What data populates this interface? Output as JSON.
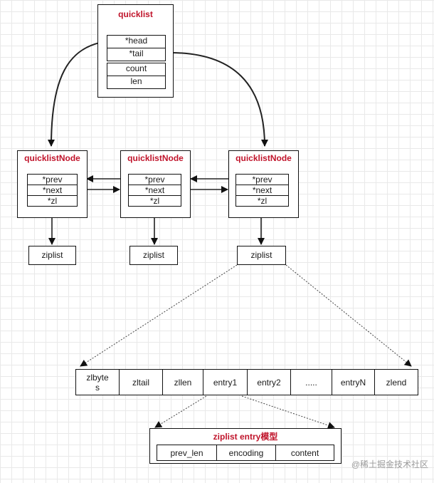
{
  "quicklist": {
    "title": "quicklist",
    "fields": [
      "*head",
      "*tail",
      "count",
      "len"
    ]
  },
  "nodes": [
    {
      "title": "quicklistNode",
      "fields": [
        "*prev",
        "*next",
        "*zl"
      ],
      "ziplist": "ziplist"
    },
    {
      "title": "quicklistNode",
      "fields": [
        "*prev",
        "*next",
        "*zl"
      ],
      "ziplist": "ziplist"
    },
    {
      "title": "quicklistNode",
      "fields": [
        "*prev",
        "*next",
        "*zl"
      ],
      "ziplist": "ziplist"
    }
  ],
  "ziplist_layout": [
    "zlbytes",
    "zltail",
    "zllen",
    "entry1",
    "entry2",
    ".....",
    "entryN",
    "zlend"
  ],
  "entry_model": {
    "title": "ziplist entry模型",
    "fields": [
      "prev_len",
      "encoding",
      "content"
    ]
  },
  "watermark": "@稀土掘金技术社区",
  "colors": {
    "title_red": "#c0142b",
    "line": "#111111",
    "grid": "#e9e9e9"
  }
}
